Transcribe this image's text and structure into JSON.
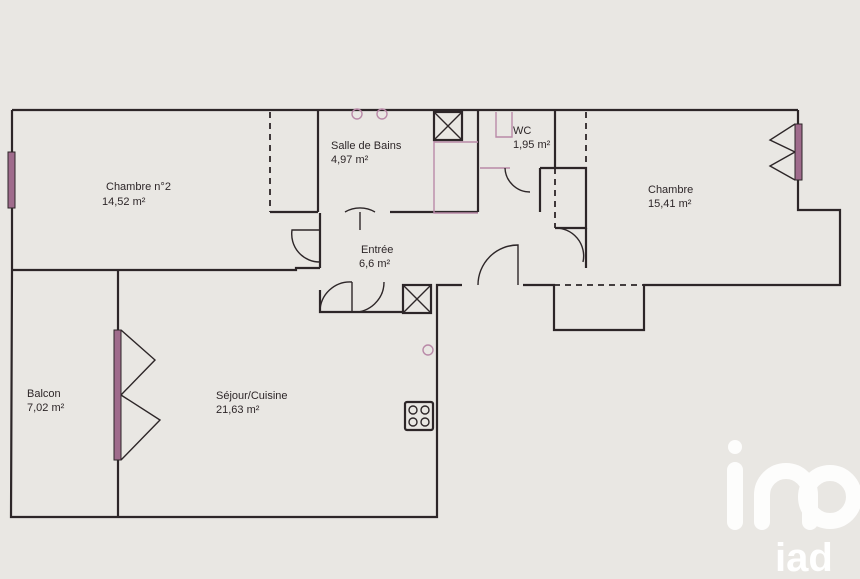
{
  "rooms": [
    {
      "name": "Chambre n°2",
      "area": "14,52  m²"
    },
    {
      "name": "Salle de Bains",
      "area": "4,97  m²"
    },
    {
      "name": "WC",
      "area": "1,95  m²"
    },
    {
      "name": "Chambre",
      "area": "15,41  m²"
    },
    {
      "name": "Entrée",
      "area": "6,6  m²"
    },
    {
      "name": "Balcon",
      "area": "7,02  m²"
    },
    {
      "name": "Séjour/Cuisine",
      "area": "21,63  m²"
    }
  ],
  "logo": {
    "text": "iad"
  },
  "colors": {
    "wall": "#2d2628",
    "pink": "#b98aa8",
    "background": "#e9e7e3",
    "logo": "#ffffff"
  }
}
